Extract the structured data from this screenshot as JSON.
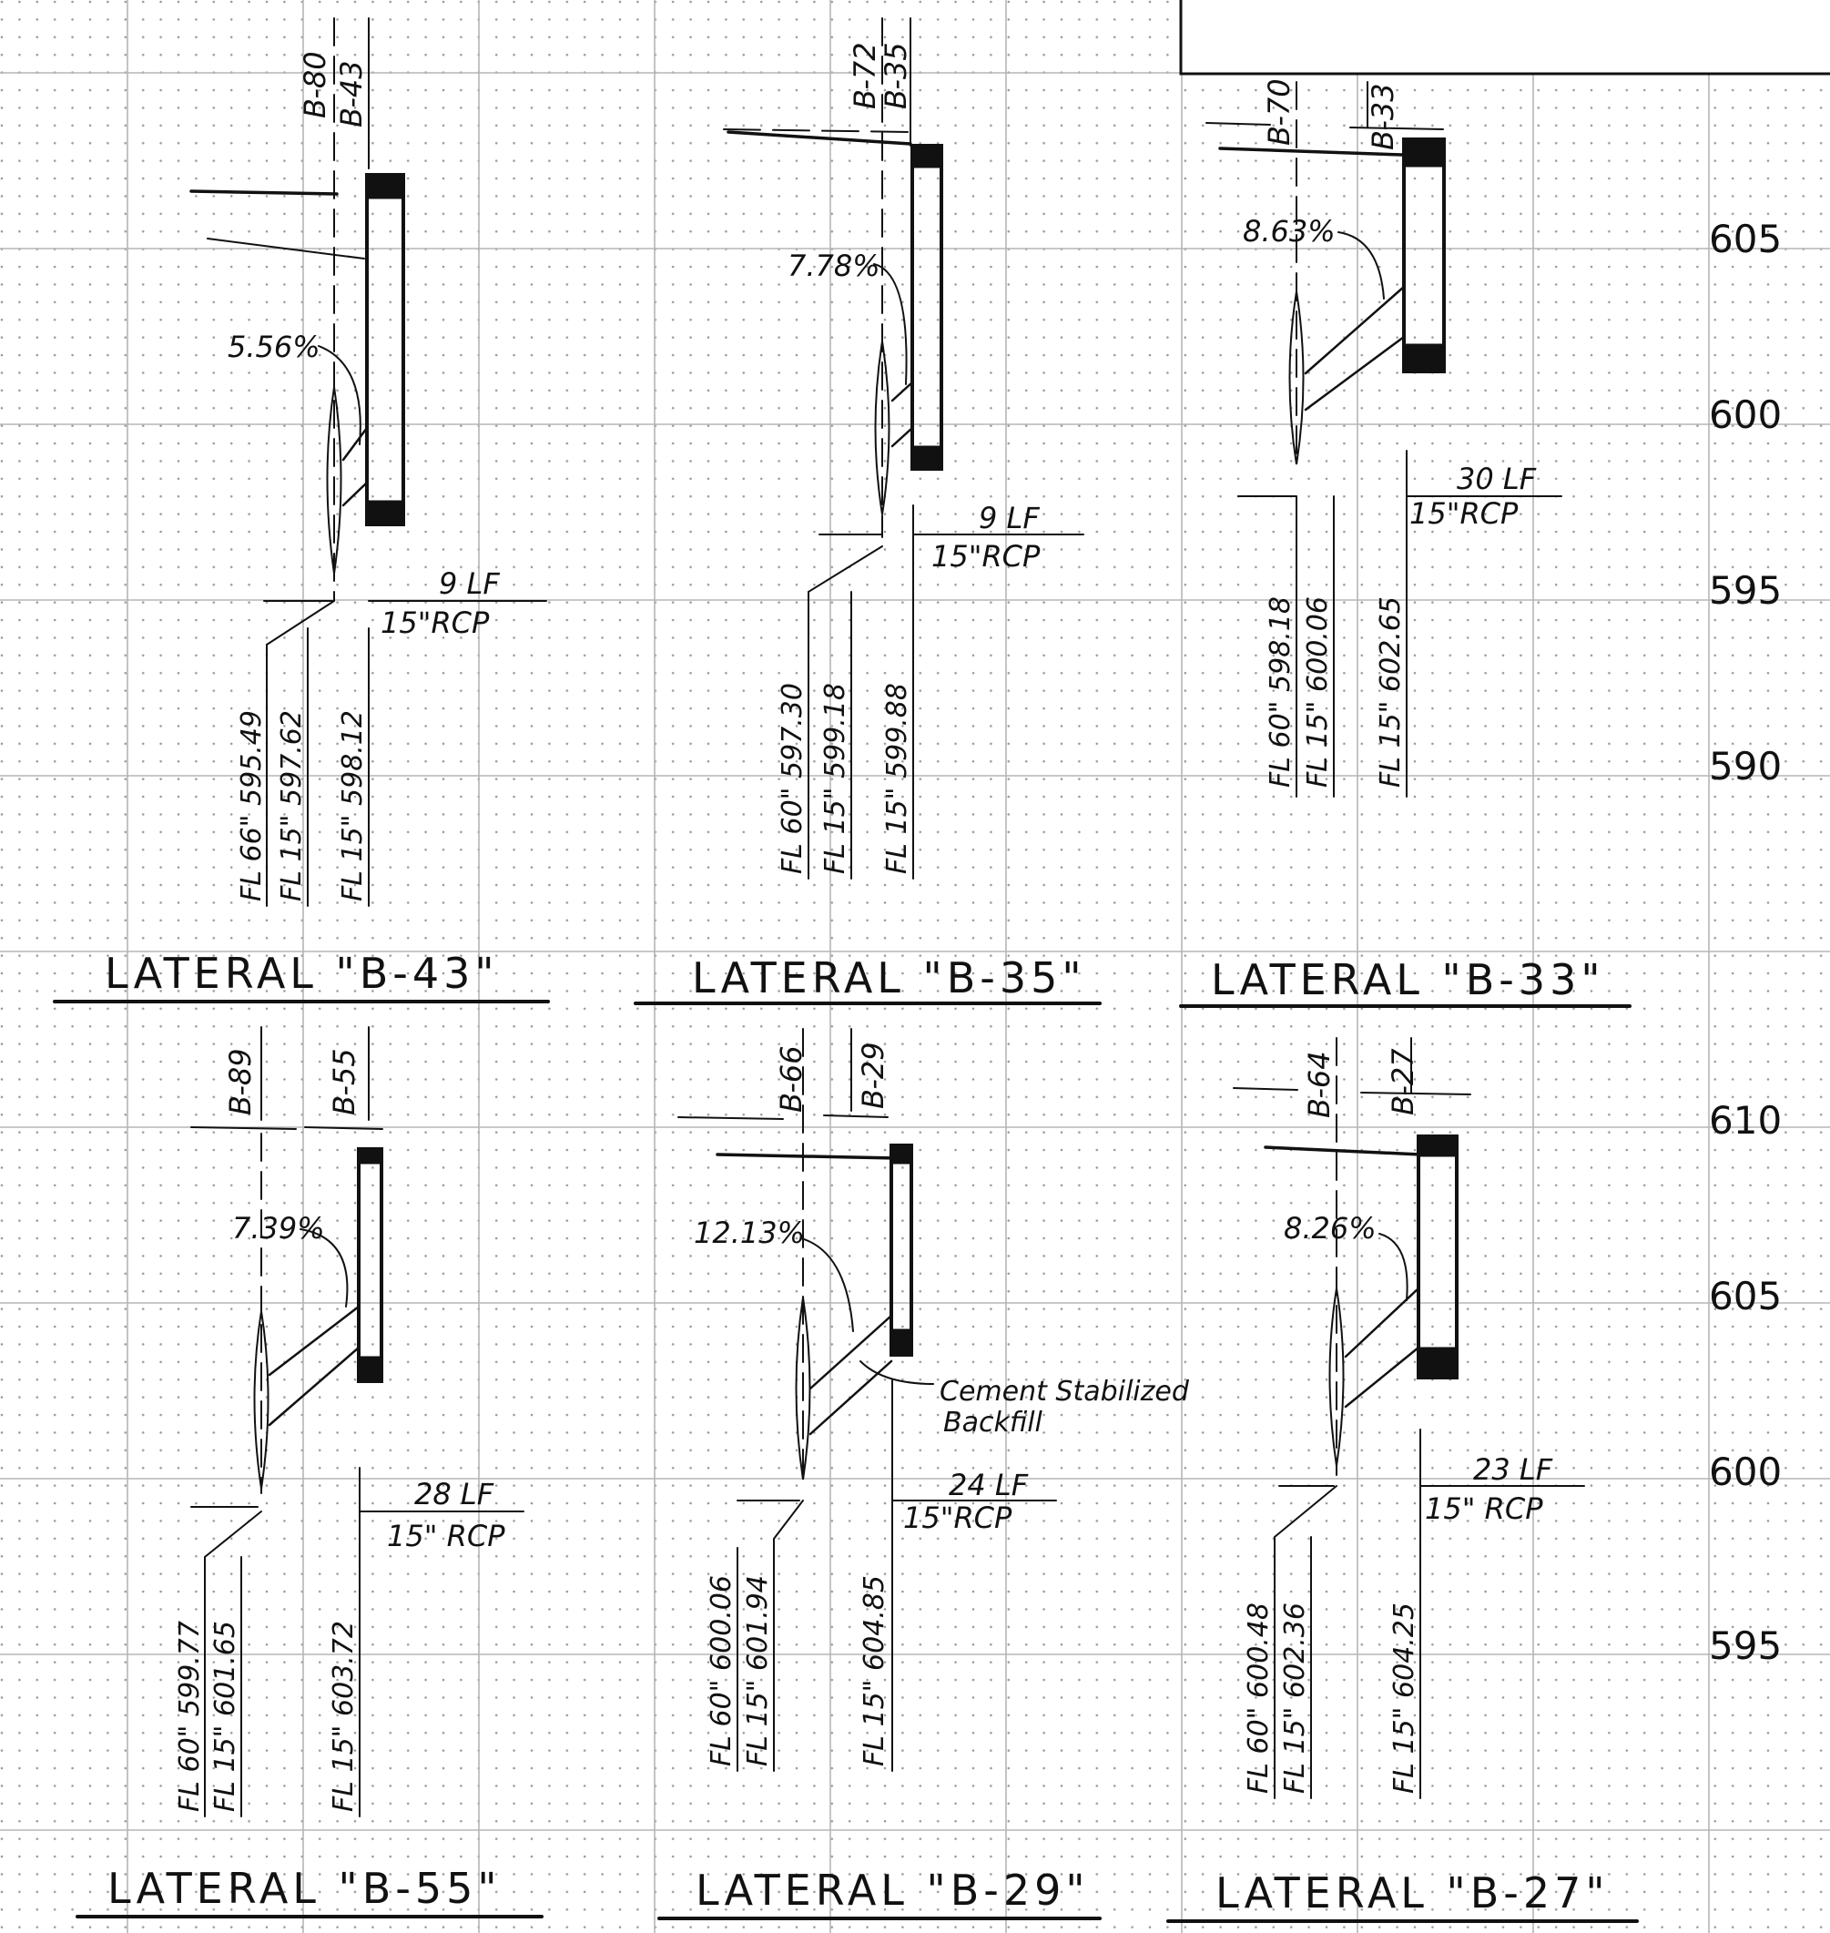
{
  "title_block_box": "",
  "elevation_scale_top": [
    "605",
    "600",
    "595",
    "590"
  ],
  "elevation_scale_bottom": [
    "610",
    "605",
    "600",
    "595"
  ],
  "laterals": [
    {
      "title": "LATERAL \"B-43\"",
      "station_labels": [
        "B-80",
        "B-43"
      ],
      "slope": "5.56%",
      "pipe_length": "9 LF",
      "pipe_size": "15\"RCP",
      "flowlines": [
        "FL 66\" 595.49",
        "FL 15\" 597.62",
        "FL 15\" 598.12"
      ]
    },
    {
      "title": "LATERAL \"B-35\"",
      "station_labels": [
        "B-72",
        "B-35"
      ],
      "slope": "7.78%",
      "pipe_length": "9 LF",
      "pipe_size": "15\"RCP",
      "flowlines": [
        "FL 60\" 597.30",
        "FL 15\" 599.18",
        "FL 15\" 599.88"
      ]
    },
    {
      "title": "LATERAL \"B-33\"",
      "station_labels": [
        "B-70",
        "B-33"
      ],
      "slope": "8.63%",
      "pipe_length": "30 LF",
      "pipe_size": "15\"RCP",
      "flowlines": [
        "FL 60\" 598.18",
        "FL 15\" 600.06",
        "FL 15\" 602.65"
      ]
    },
    {
      "title": "LATERAL \"B-55\"",
      "station_labels": [
        "B-89",
        "B-55"
      ],
      "slope": "7.39%",
      "pipe_length": "28 LF",
      "pipe_size": "15\" RCP",
      "flowlines": [
        "FL 60\" 599.77",
        "FL 15\" 601.65",
        "FL 15\" 603.72"
      ]
    },
    {
      "title": "LATERAL \"B-29\"",
      "station_labels": [
        "B-66",
        "B-29"
      ],
      "slope": "12.13%",
      "pipe_length": "24 LF",
      "pipe_size": "15\"RCP",
      "flowlines": [
        "FL 60\" 600.06",
        "FL 15\" 601.94",
        "FL 15\" 604.85"
      ],
      "note": [
        "Cement Stabilized",
        "Backfill"
      ]
    },
    {
      "title": "LATERAL \"B-27\"",
      "station_labels": [
        "B-64",
        "B-27"
      ],
      "slope": "8.26%",
      "pipe_length": "23 LF",
      "pipe_size": "15\" RCP",
      "flowlines": [
        "FL 60\" 600.48",
        "FL 15\" 602.36",
        "FL 15\" 604.25"
      ]
    }
  ]
}
